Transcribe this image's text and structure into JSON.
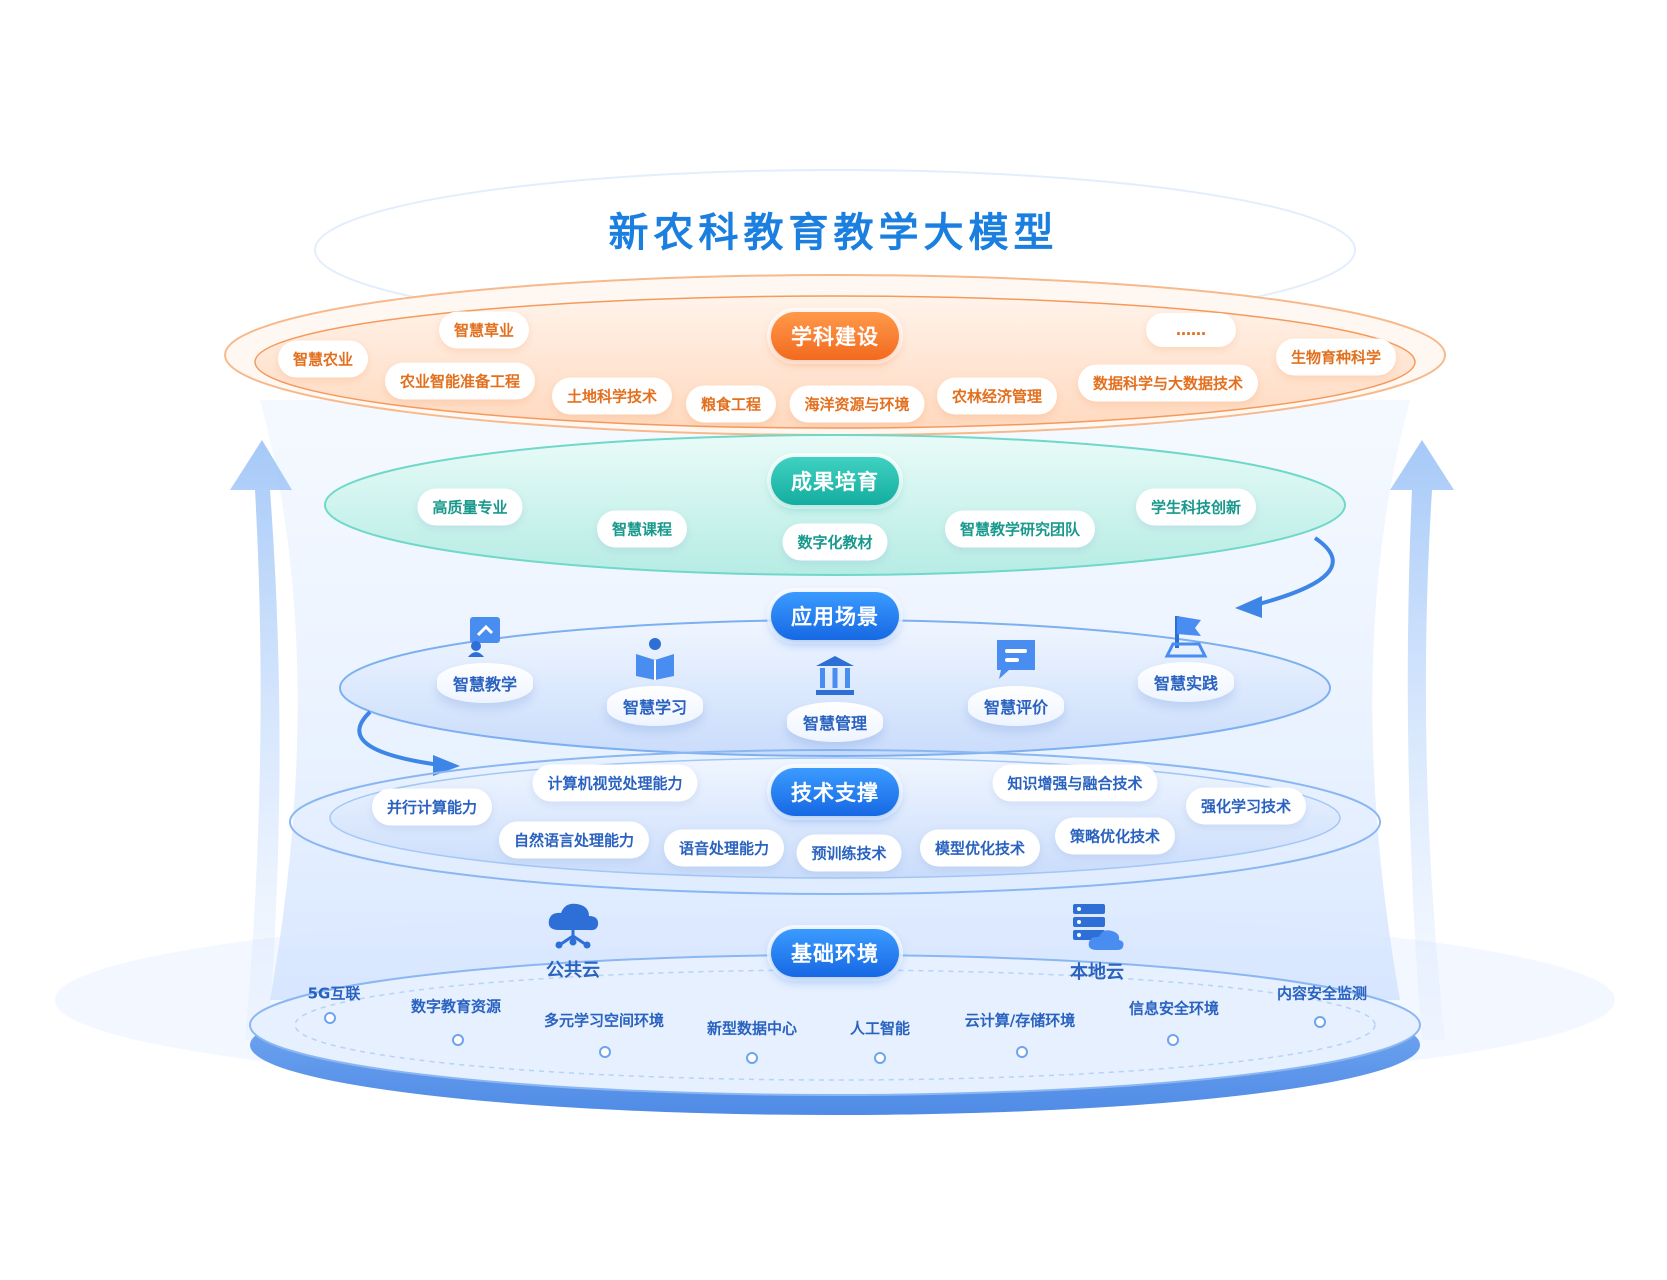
{
  "title": "新农科教育教学大模型",
  "layers": {
    "discipline": {
      "heading": "学科建设",
      "items": [
        "智慧农业",
        "智慧草业",
        "农业智能准备工程",
        "土地科学技术",
        "粮食工程",
        "海洋资源与环境",
        "农林经济管理",
        "数据科学与大数据技术",
        "……",
        "生物育种科学"
      ]
    },
    "achievement": {
      "heading": "成果培育",
      "items": [
        "高质量专业",
        "智慧课程",
        "数字化教材",
        "智慧教学研究团队",
        "学生科技创新"
      ]
    },
    "application": {
      "heading": "应用场景",
      "items": [
        {
          "label": "智慧教学",
          "icon": "teaching-icon"
        },
        {
          "label": "智慧学习",
          "icon": "learning-icon"
        },
        {
          "label": "智慧管理",
          "icon": "management-icon"
        },
        {
          "label": "智慧评价",
          "icon": "evaluation-icon"
        },
        {
          "label": "智慧实践",
          "icon": "practice-icon"
        }
      ]
    },
    "technology": {
      "heading": "技术支撑",
      "items": [
        "并行计算能力",
        "计算机视觉处理能力",
        "自然语言处理能力",
        "语音处理能力",
        "预训练技术",
        "模型优化技术",
        "策略优化技术",
        "知识增强与融合技术",
        "强化学习技术"
      ]
    },
    "infrastructure": {
      "heading": "基础环境",
      "public_cloud": {
        "label": "公共云",
        "icon": "cloud-network-icon"
      },
      "local_cloud": {
        "label": "本地云",
        "icon": "server-cloud-icon"
      },
      "items": [
        "5G互联",
        "数字教育资源",
        "多元学习空间环境",
        "新型数据中心",
        "人工智能",
        "云计算/存储环境",
        "信息安全环境",
        "内容安全监测"
      ]
    }
  },
  "colors": {
    "title": "#1b7fe0",
    "discipline": "#f26a1f",
    "achievement": "#14ad9f",
    "application": "#1668e3",
    "technology": "#1668e3",
    "infrastructure": "#1668e3"
  }
}
